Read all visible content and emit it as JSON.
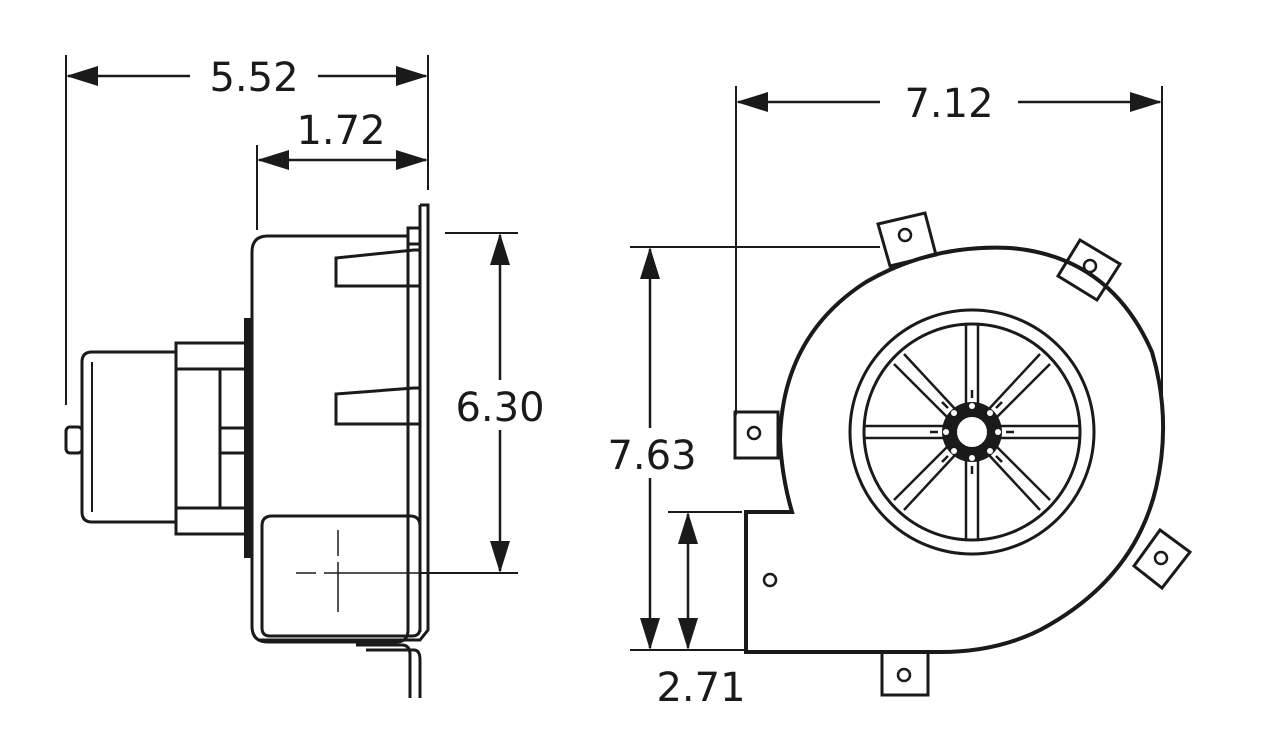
{
  "dimensions": {
    "side_overall_depth": "5.52",
    "side_housing_depth": "1.72",
    "side_height": "6.30",
    "front_width": "7.12",
    "front_height": "7.63",
    "front_outlet_height": "2.71"
  },
  "colors": {
    "line": "#1a1a1a",
    "background": "#ffffff"
  }
}
